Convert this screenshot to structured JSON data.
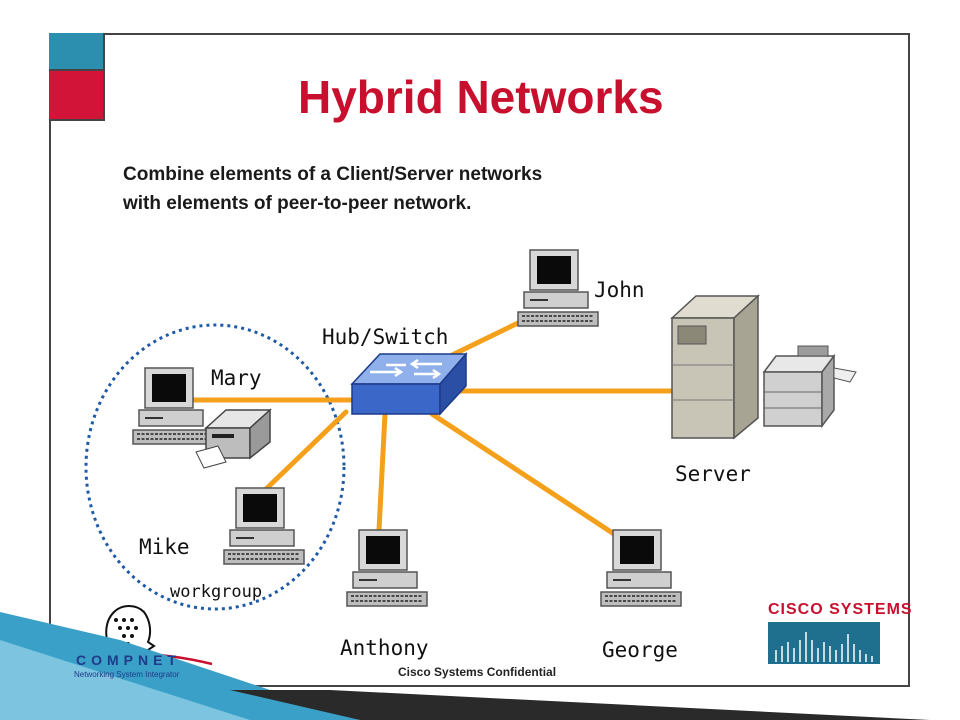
{
  "title": "Hybrid Networks",
  "subtitle": {
    "line1": "Combine elements of a Client/Server networks",
    "line2": "with elements of peer-to-peer network."
  },
  "nodes": {
    "hub": "Hub/Switch",
    "john": "John",
    "mary": "Mary",
    "mike": "Mike",
    "workgroup": "workgroup",
    "anthony": "Anthony",
    "george": "George",
    "server": "Server"
  },
  "logos": {
    "compnet_name": "COMPNET",
    "compnet_tagline": "Networking System Integrator",
    "cisco_name": "CISCO SYSTEMS"
  },
  "footer": "Cisco Systems Confidential",
  "colors": {
    "title": "#c8102e",
    "link": "#f5a01a",
    "workgroup_outline": "#1e5aa8",
    "hub": "#3a67c8",
    "accent_teal": "#2d8fb0",
    "accent_red": "#d21438"
  }
}
